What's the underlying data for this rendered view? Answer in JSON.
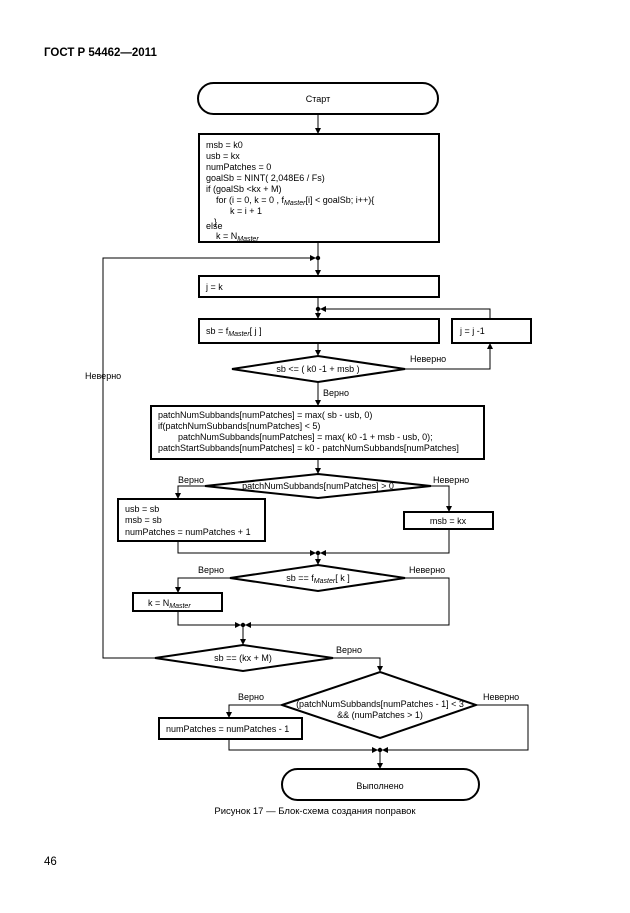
{
  "header": "ГОСТ Р 54462—2011",
  "page_number": "46",
  "caption": "Рисунок 17 — Блок-схема создания поправок",
  "start": "Старт",
  "end": "Выполнено",
  "init_block": [
    "msb = k0",
    "usb = kx",
    "numPatches = 0",
    "goalSb = NINT( 2,048E6 / Fs)",
    "if (goalSb <kx + M)",
    "for (i = 0, k = 0 , f",
    "Master",
    "[i] < goalSb; i++){",
    "k = i + 1",
    "}",
    "else",
    "k = N",
    "Master"
  ],
  "j_assign": "j = k",
  "sb_assign_prefix": "sb = f",
  "sb_assign_sub": "Master",
  "sb_assign_suffix": "[ j ]",
  "j_decrement": "j = j -1",
  "cond_sb_le": "sb <= ( k0 -1 + msb )",
  "patch_block": [
    "patchNumSubbands[numPatches] = max( sb - usb, 0)",
    "if(patchNumSubbands[numPatches] < 5)",
    "patchNumSubbands[numPatches] = max( k0 -1 + msb - usb, 0);",
    "patchStartSubbands[numPatches] = k0 - patchNumSubbands[numPatches]"
  ],
  "cond_patch_gt0": "patchNumSubbands[numPatches] > 0",
  "true_block": [
    "usb = sb",
    "msb = sb",
    "numPatches = numPatches + 1"
  ],
  "msb_kx": "msb = kx",
  "cond_sb_eq_prefix": "sb == f",
  "cond_sb_eq_sub": "Master",
  "cond_sb_eq_suffix": "[ k ]",
  "k_assign_prefix": "k =   N",
  "k_assign_sub": "Master",
  "cond_sb_eq_kxm": "sb == (kx + M)",
  "cond_last": [
    "(patchNumSubbands[numPatches - 1] < 3",
    "&& (numPatches > 1)"
  ],
  "decrement_patches": "numPatches = numPatches - 1",
  "labels": {
    "true": "Верно",
    "false": "Неверно"
  }
}
